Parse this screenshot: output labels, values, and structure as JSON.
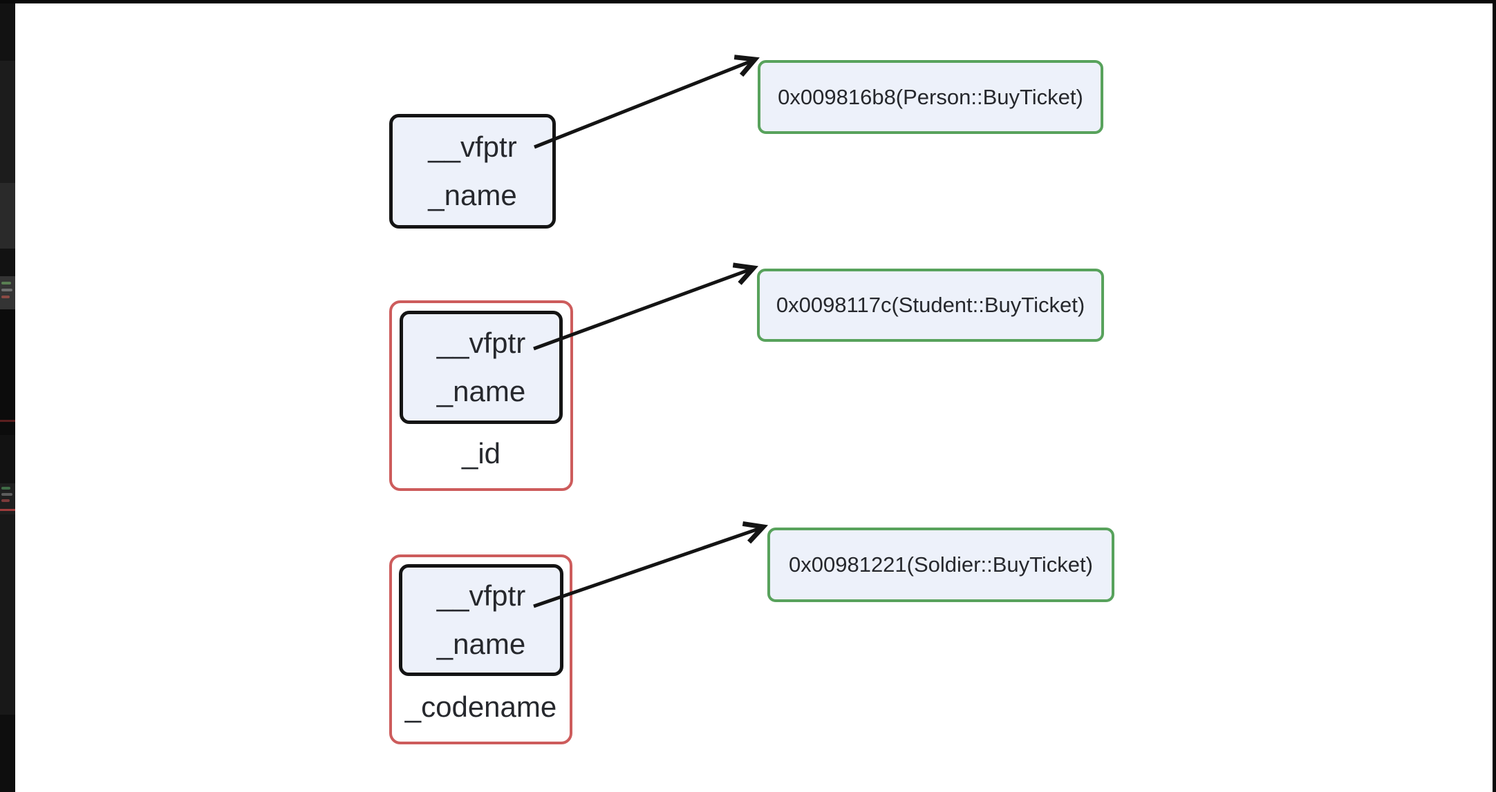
{
  "groups": [
    {
      "object_fields": [
        "__vfptr",
        "_name"
      ],
      "member": null,
      "vtable_entry": "0x009816b8(Person::BuyTicket)"
    },
    {
      "object_fields": [
        "__vfptr",
        "_name"
      ],
      "member": "_id",
      "vtable_entry": "0x0098117c(Student::BuyTicket)"
    },
    {
      "object_fields": [
        "__vfptr",
        "_name"
      ],
      "member": "_codename",
      "vtable_entry": "0x00981221(Soldier::BuyTicket)"
    }
  ],
  "colors": {
    "canvas": "#ffffff",
    "frame": "#121212",
    "object_fill": "#edf1fa",
    "object_border": "#141414",
    "derived_outline": "#cd5c5c",
    "vtable_border": "#58a25c",
    "arrow": "#141414",
    "text": "#26282d"
  }
}
